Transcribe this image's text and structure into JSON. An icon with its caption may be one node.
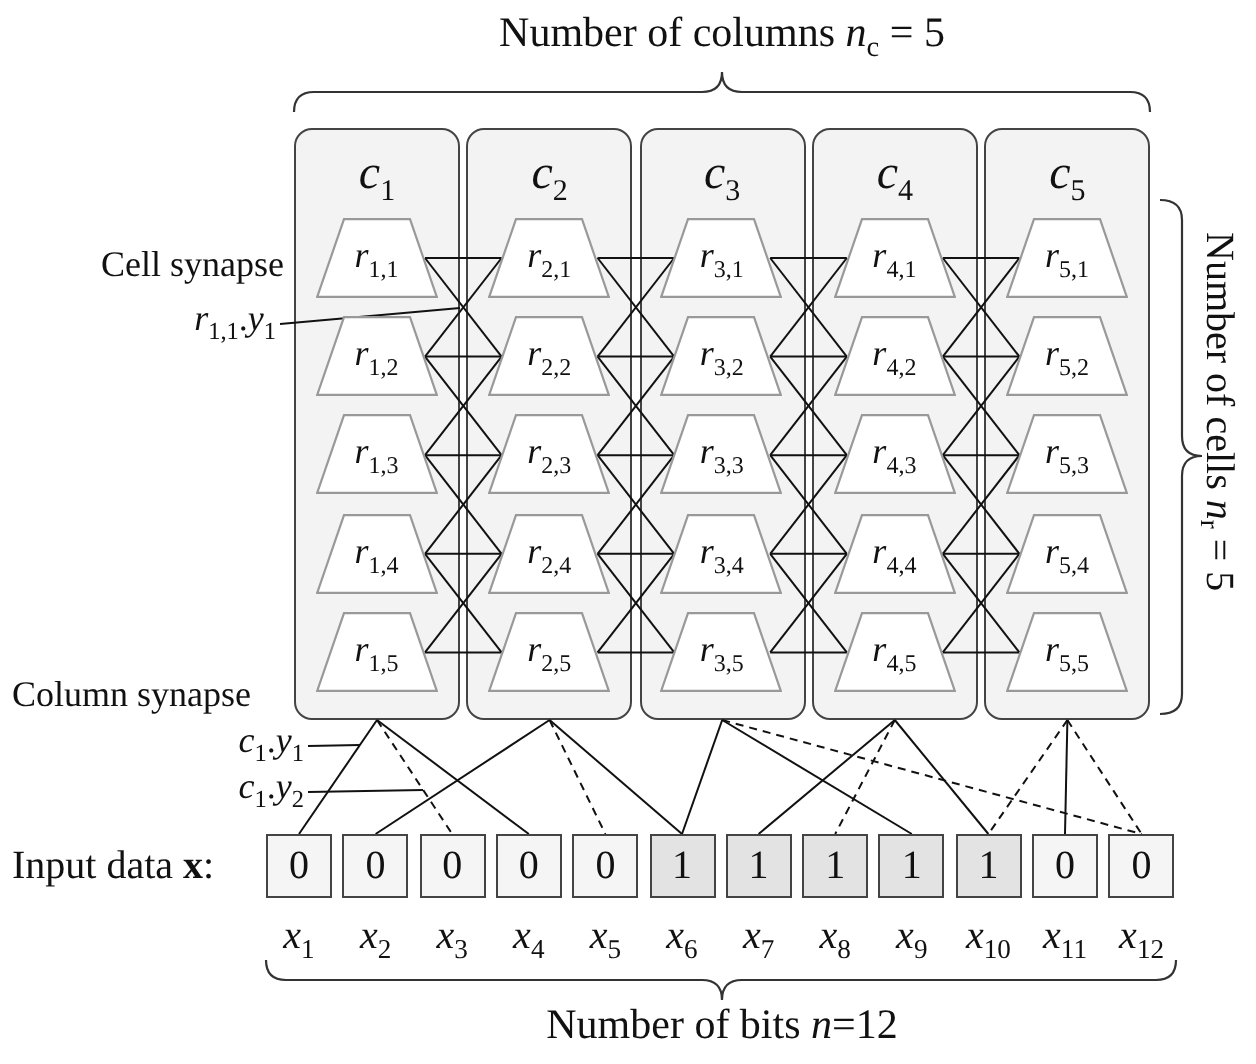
{
  "diagram": {
    "nodes": [
      {
        "text": [
          "*c*$_{1}$"
        ]
      },
      {
        "text": [
          "*r*$_{1,1}$"
        ],
        "in": 0
      },
      {
        "text": [
          "*r*$_{1,2}$"
        ],
        "in": 0
      },
      {
        "text": [
          "*r*$_{1,3}$"
        ],
        "in": 0
      },
      {
        "text": [
          "*r*$_{1,4}$"
        ],
        "in": 0
      },
      {
        "text": [
          "*r*$_{1,5}$"
        ],
        "in": 0
      },
      {
        "text": [
          "*c*$_{2}$"
        ]
      },
      {
        "text": [
          "*r*$_{2,1}$"
        ],
        "in": 6
      },
      {
        "text": [
          "*r*$_{2,2}$"
        ],
        "in": 6
      },
      {
        "text": [
          "*r*$_{2,3}$"
        ],
        "in": 6
      },
      {
        "text": [
          "*r*$_{2,4}$"
        ],
        "in": 6
      },
      {
        "text": [
          "*r*$_{2,5}$"
        ],
        "in": 6
      },
      {
        "text": [
          "*c*$_{3}$"
        ]
      },
      {
        "text": [
          "*r*$_{3,1}$"
        ],
        "in": 12
      },
      {
        "text": [
          "*r*$_{3,2}$"
        ],
        "in": 12
      },
      {
        "text": [
          "*r*$_{3,3}$"
        ],
        "in": 12
      },
      {
        "text": [
          "*r*$_{3,4}$"
        ],
        "in": 12
      },
      {
        "text": [
          "*r*$_{3,5}$"
        ],
        "in": 12
      },
      {
        "text": [
          "*c*$_{4}$"
        ]
      },
      {
        "text": [
          "*r*$_{4,1}$"
        ],
        "in": 18
      },
      {
        "text": [
          "*r*$_{4,2}$"
        ],
        "in": 18
      },
      {
        "text": [
          "*r*$_{4,3}$"
        ],
        "in": 18
      },
      {
        "text": [
          "*r*$_{4,4}$"
        ],
        "in": 18
      },
      {
        "text": [
          "*r*$_{4,5}$"
        ],
        "in": 18
      },
      {
        "text": [
          "*c*$_{5}$"
        ]
      },
      {
        "text": [
          "*r*$_{5,1}$"
        ],
        "in": 24
      },
      {
        "text": [
          "*r*$_{5,2}$"
        ],
        "in": 24
      },
      {
        "text": [
          "*r*$_{5,3}$"
        ],
        "in": 24
      },
      {
        "text": [
          "*r*$_{5,4}$"
        ],
        "in": 24
      },
      {
        "text": [
          "*r*$_{5,5}$"
        ],
        "in": 24
      },
      {
        "text": [
          "0"
        ],
        "beside": [
          "*x*$_{1}$"
        ]
      },
      {
        "text": [
          "0"
        ],
        "beside": [
          "*x*$_{2}$"
        ]
      },
      {
        "text": [
          "0"
        ],
        "beside": [
          "*x*$_{3}$"
        ]
      },
      {
        "text": [
          "0"
        ],
        "beside": [
          "*x*$_{4}$"
        ]
      },
      {
        "text": [
          "0"
        ],
        "beside": [
          "*x*$_{5}$"
        ]
      },
      {
        "text": [
          "1"
        ],
        "beside": [
          "*x*$_{6}$"
        ]
      },
      {
        "text": [
          "1"
        ],
        "beside": [
          "*x*$_{7}$"
        ]
      },
      {
        "text": [
          "1"
        ],
        "beside": [
          "*x*$_{8}$"
        ]
      },
      {
        "text": [
          "1"
        ],
        "beside": [
          "*x*$_{9}$"
        ]
      },
      {
        "text": [
          "1"
        ],
        "beside": [
          "*x*$_{10}$"
        ]
      },
      {
        "text": [
          "0"
        ],
        "beside": [
          "*x*$_{11}$"
        ]
      },
      {
        "text": [
          "0"
        ],
        "beside": [
          "*x*$_{12}$"
        ]
      },
      {
        "text": [
          "*r*$_{1,1}$.*y*$_{1}$"
        ]
      },
      {
        "text": [
          "*c*$_{1}$.*y*$_{1}$"
        ]
      },
      {
        "text": [
          "*c*$_{1}$.*y*$_{2}$"
        ]
      }
    ],
    "edges": [
      {
        "from": 1,
        "to": 7,
        "arrow": "none"
      },
      {
        "from": 1,
        "to": 8,
        "arrow": "none"
      },
      {
        "from": 2,
        "to": 8,
        "arrow": "none"
      },
      {
        "from": 2,
        "to": 9,
        "arrow": "none"
      },
      {
        "from": 2,
        "to": 7,
        "arrow": "none"
      },
      {
        "from": 3,
        "to": 9,
        "arrow": "none"
      },
      {
        "from": 3,
        "to": 10,
        "arrow": "none"
      },
      {
        "from": 3,
        "to": 8,
        "arrow": "none"
      },
      {
        "from": 4,
        "to": 10,
        "arrow": "none"
      },
      {
        "from": 4,
        "to": 11,
        "arrow": "none"
      },
      {
        "from": 4,
        "to": 9,
        "arrow": "none"
      },
      {
        "from": 5,
        "to": 11,
        "arrow": "none"
      },
      {
        "from": 5,
        "to": 10,
        "arrow": "none"
      },
      {
        "from": 7,
        "to": 13,
        "arrow": "none"
      },
      {
        "from": 7,
        "to": 14,
        "arrow": "none"
      },
      {
        "from": 8,
        "to": 14,
        "arrow": "none"
      },
      {
        "from": 8,
        "to": 15,
        "arrow": "none"
      },
      {
        "from": 8,
        "to": 13,
        "arrow": "none"
      },
      {
        "from": 9,
        "to": 15,
        "arrow": "none"
      },
      {
        "from": 9,
        "to": 16,
        "arrow": "none"
      },
      {
        "from": 9,
        "to": 14,
        "arrow": "none"
      },
      {
        "from": 10,
        "to": 16,
        "arrow": "none"
      },
      {
        "from": 10,
        "to": 17,
        "arrow": "none"
      },
      {
        "from": 10,
        "to": 15,
        "arrow": "none"
      },
      {
        "from": 11,
        "to": 17,
        "arrow": "none"
      },
      {
        "from": 11,
        "to": 16,
        "arrow": "none"
      },
      {
        "from": 13,
        "to": 19,
        "arrow": "none"
      },
      {
        "from": 13,
        "to": 20,
        "arrow": "none"
      },
      {
        "from": 14,
        "to": 20,
        "arrow": "none"
      },
      {
        "from": 14,
        "to": 21,
        "arrow": "none"
      },
      {
        "from": 14,
        "to": 19,
        "arrow": "none"
      },
      {
        "from": 15,
        "to": 21,
        "arrow": "none"
      },
      {
        "from": 15,
        "to": 22,
        "arrow": "none"
      },
      {
        "from": 15,
        "to": 20,
        "arrow": "none"
      },
      {
        "from": 16,
        "to": 22,
        "arrow": "none"
      },
      {
        "from": 16,
        "to": 23,
        "arrow": "none"
      },
      {
        "from": 16,
        "to": 21,
        "arrow": "none"
      },
      {
        "from": 17,
        "to": 23,
        "arrow": "none"
      },
      {
        "from": 17,
        "to": 22,
        "arrow": "none"
      },
      {
        "from": 19,
        "to": 25,
        "arrow": "none"
      },
      {
        "from": 19,
        "to": 26,
        "arrow": "none"
      },
      {
        "from": 20,
        "to": 26,
        "arrow": "none"
      },
      {
        "from": 20,
        "to": 27,
        "arrow": "none"
      },
      {
        "from": 20,
        "to": 25,
        "arrow": "none"
      },
      {
        "from": 21,
        "to": 27,
        "arrow": "none"
      },
      {
        "from": 21,
        "to": 28,
        "arrow": "none"
      },
      {
        "from": 21,
        "to": 26,
        "arrow": "none"
      },
      {
        "from": 22,
        "to": 28,
        "arrow": "none"
      },
      {
        "from": 22,
        "to": 29,
        "arrow": "none"
      },
      {
        "from": 22,
        "to": 27,
        "arrow": "none"
      },
      {
        "from": 23,
        "to": 29,
        "arrow": "none"
      },
      {
        "from": 23,
        "to": 28,
        "arrow": "none"
      },
      {
        "from": 0,
        "to": 30,
        "arrow": "none"
      },
      {
        "from": 0,
        "to": 32,
        "arrow": "none",
        "style": "dashed"
      },
      {
        "from": 0,
        "to": 33,
        "arrow": "none"
      },
      {
        "from": 6,
        "to": 31,
        "arrow": "none"
      },
      {
        "from": 6,
        "to": 34,
        "arrow": "none",
        "style": "dashed"
      },
      {
        "from": 6,
        "to": 35,
        "arrow": "none"
      },
      {
        "from": 12,
        "to": 35,
        "arrow": "none"
      },
      {
        "from": 12,
        "to": 38,
        "arrow": "none"
      },
      {
        "from": 12,
        "to": 41,
        "arrow": "none",
        "style": "dashed"
      },
      {
        "from": 18,
        "to": 36,
        "arrow": "none"
      },
      {
        "from": 18,
        "to": 37,
        "arrow": "none",
        "style": "dashed"
      },
      {
        "from": 18,
        "to": 39,
        "arrow": "none"
      },
      {
        "from": 24,
        "to": 39,
        "arrow": "none",
        "style": "dashed"
      },
      {
        "from": 24,
        "to": 40,
        "arrow": "none"
      },
      {
        "from": 24,
        "to": 41,
        "arrow": "none",
        "style": "dashed"
      },
      {
        "from": 42,
        "to": 0,
        "arrow": "none"
      },
      {
        "from": 43,
        "to": null,
        "arrow": "none"
      },
      {
        "from": 44,
        "to": null,
        "arrow": "none"
      }
    ],
    "labels": [
      "Number of columns *n*$_{c}$ = 5",
      "Cell synapse",
      "Number of cells *n*$_{r}$ = 5",
      "Column synapse",
      "Input data **x**:",
      "Number of bits *n*=12"
    ]
  }
}
